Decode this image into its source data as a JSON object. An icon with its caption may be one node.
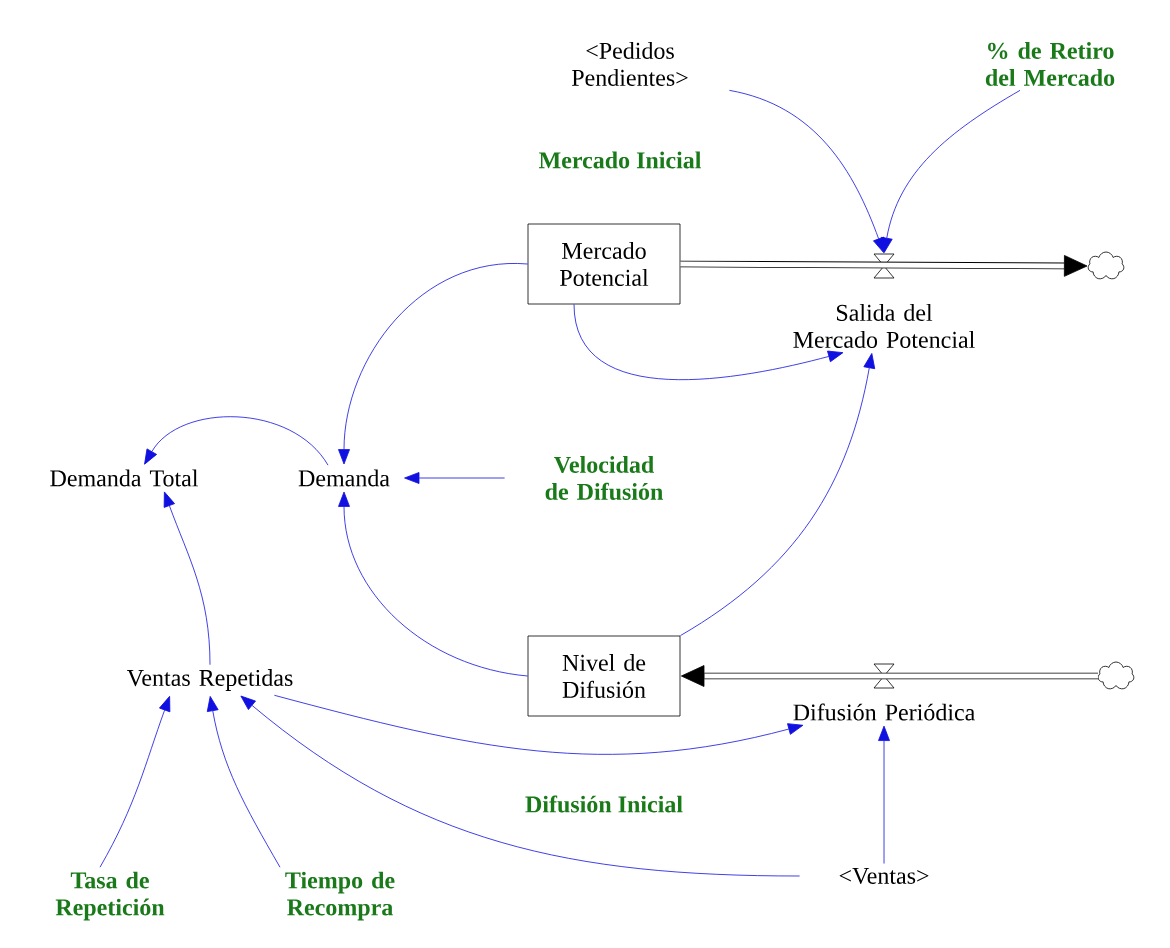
{
  "diagram": {
    "nodes": [
      {
        "text": [
          "<Pedidos Pendientes>"
        ]
      },
      {
        "text": [
          "% de Retiro del Mercado"
        ]
      },
      {
        "text": [
          "Mercado Potencial"
        ]
      },
      {
        "text": [
          "Salida del Mercado Potencial"
        ]
      },
      {
        "text": [],
        "shape": "cloud"
      },
      {
        "text": [
          "Demanda Total"
        ]
      },
      {
        "text": [
          "Demanda"
        ]
      },
      {
        "text": [
          "Velocidad de Difusión"
        ]
      },
      {
        "text": [
          "Ventas Repetidas"
        ]
      },
      {
        "text": [
          "Nivel de Difusión"
        ]
      },
      {
        "text": [
          "Difusión Periódica"
        ]
      },
      {
        "text": [],
        "shape": "cloud"
      },
      {
        "text": [
          "Tasa de Repetición"
        ]
      },
      {
        "text": [
          "Tiempo de Recompra"
        ]
      },
      {
        "text": [
          "<Ventas>"
        ]
      }
    ],
    "edges": [
      {
        "from": 0,
        "to": 3,
        "arrow": "to"
      },
      {
        "from": 1,
        "to": 3,
        "arrow": "to"
      },
      {
        "from": 2,
        "to": 4,
        "arrow": "to",
        "style": "thick",
        "color": "#000000"
      },
      {
        "from": 2,
        "to": 6,
        "arrow": "to"
      },
      {
        "from": 2,
        "to": 3,
        "arrow": "to"
      },
      {
        "from": 6,
        "to": 5,
        "arrow": "to"
      },
      {
        "from": 7,
        "to": 6,
        "arrow": "to"
      },
      {
        "from": 9,
        "to": 6,
        "arrow": "to"
      },
      {
        "from": 9,
        "to": 3,
        "arrow": "to"
      },
      {
        "from": 8,
        "to": 5,
        "arrow": "to"
      },
      {
        "from": 8,
        "to": 10,
        "arrow": "to"
      },
      {
        "from": 12,
        "to": 8,
        "arrow": "to"
      },
      {
        "from": 13,
        "to": 8,
        "arrow": "to"
      },
      {
        "from": 14,
        "to": 8,
        "arrow": "to"
      },
      {
        "from": 14,
        "to": 10,
        "arrow": "to"
      },
      {
        "from": 11,
        "to": 9,
        "arrow": "to",
        "style": "thick",
        "color": "#000000"
      }
    ],
    "labels": [
      "Mercado Inicial",
      "Difusión Inicial"
    ]
  }
}
